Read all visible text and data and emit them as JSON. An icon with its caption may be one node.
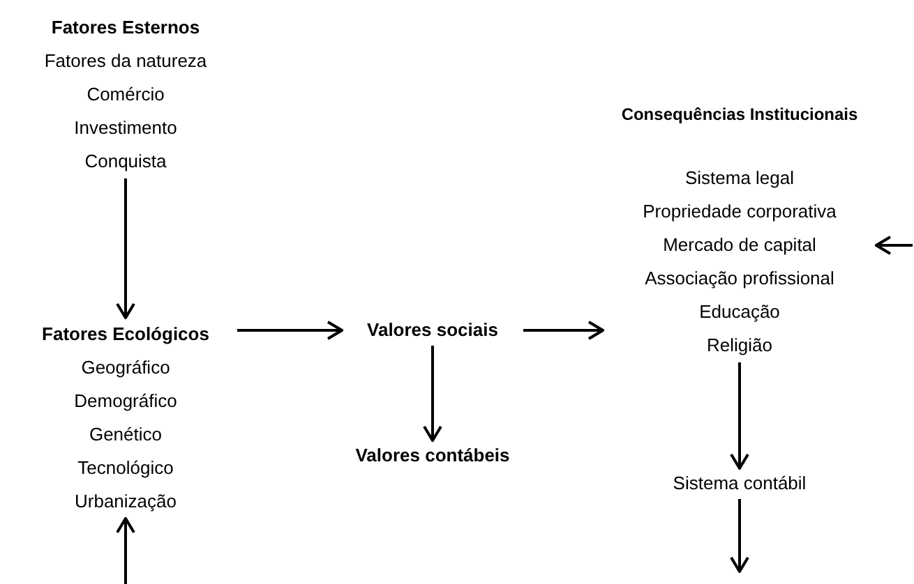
{
  "diagram": {
    "nodes": [
      {
        "text": [
          "Fatores Esternos",
          "Fatores da natureza",
          "Comércio",
          "Investimento",
          "Conquista"
        ]
      },
      {
        "text": [
          "Fatores Ecológicos",
          "Geográfico",
          "Demográfico",
          "Genético",
          "Tecnológico",
          "Urbanização"
        ]
      },
      {
        "text": [
          "Valores sociais"
        ]
      },
      {
        "text": [
          "Valores contábeis"
        ]
      },
      {
        "text": [
          "Consequências Institucionais",
          "Sistema legal",
          "Propriedade corporativa",
          "Mercado de capital",
          "Associação profissional",
          "Educação",
          "Religião"
        ]
      },
      {
        "text": [
          "Sistema contábil"
        ]
      }
    ],
    "edges": [
      {
        "from": 0,
        "to": 1,
        "arrow": "to"
      },
      {
        "from": 1,
        "to": 2,
        "arrow": "to"
      },
      {
        "from": 2,
        "to": 3,
        "arrow": "to"
      },
      {
        "from": 2,
        "to": 4,
        "arrow": "to"
      },
      {
        "from": 4,
        "to": 5,
        "arrow": "to"
      },
      {
        "from": null,
        "to": 4,
        "arrow": "to"
      },
      {
        "from": null,
        "to": 1,
        "arrow": "to"
      },
      {
        "from": 5,
        "to": null,
        "arrow": "to"
      }
    ]
  }
}
